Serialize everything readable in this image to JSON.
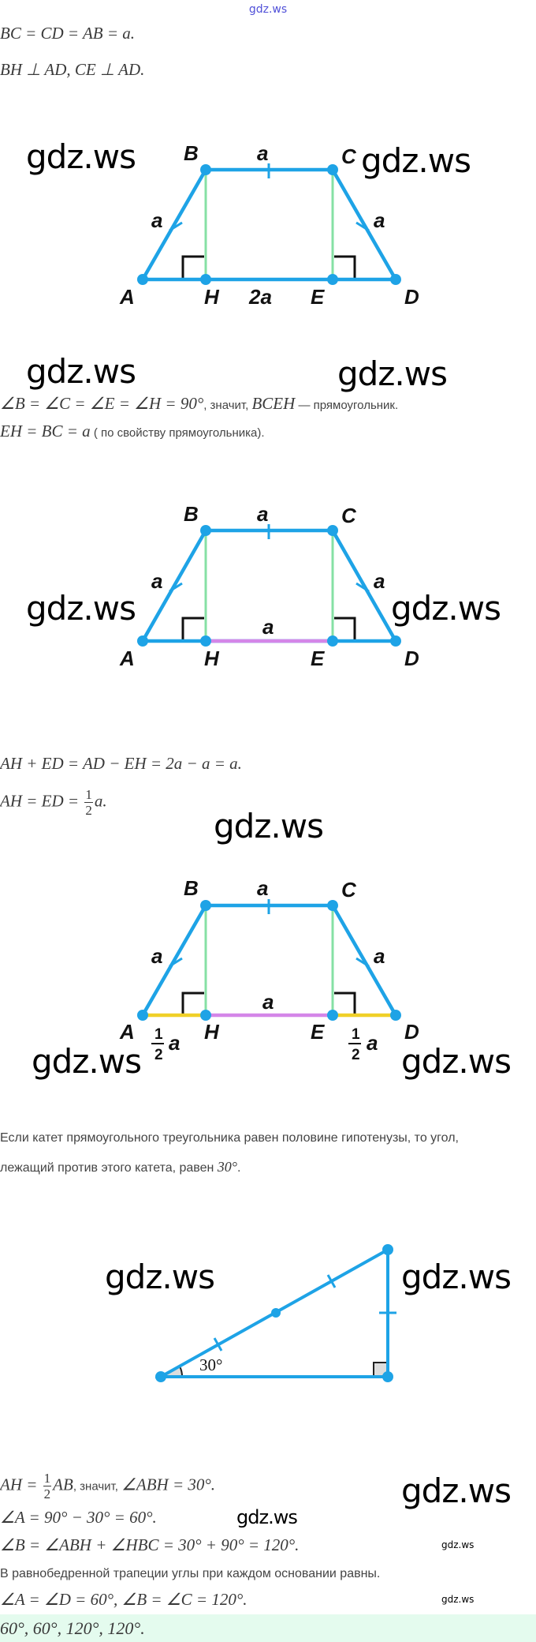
{
  "header": {
    "watermark": "gdz.ws"
  },
  "watermark": "gdz.ws",
  "lines": {
    "l1": "BC = CD = AB = a.",
    "l2": "BH ⊥ AD, CE ⊥ AD.",
    "l3_math": "∠B = ∠C = ∠E = ∠H = 90°",
    "l3_text1": ", значит, ",
    "l3_math2": "BCEH",
    "l3_text2": " — прямоугольник.",
    "l4_math": "EH = BC = a",
    "l4_text": " ( по свойству прямоугольника).",
    "l5": "AH + ED = AD − EH = 2a − a = a.",
    "l6_pre": "AH = ED = ",
    "l6_num": "1",
    "l6_den": "2",
    "l6_post": "a.",
    "p1": "Если катет прямоугольного треугольника равен половине гипотенузы, то угол,",
    "p2": "лежащий против этого катета, равен ",
    "p2_math": "30°",
    "p2_end": ".",
    "l7_pre": "AH = ",
    "l7_num": "1",
    "l7_den": "2",
    "l7_mid": "AB",
    "l7_text": ", значит, ",
    "l7_math": "∠ABH = 30°.",
    "l8": "∠A = 90° − 30° = 60°.",
    "l9": "∠B = ∠ABH + ∠HBC = 30° + 90° = 120°.",
    "p3": "В равнобедренной трапеции углы при каждом основании равны.",
    "l10": "∠A = ∠D = 60°, ∠B = ∠C = 120°.",
    "answer": "60°, 60°, 120°, 120°."
  },
  "figures": {
    "fig1": {
      "B": "B",
      "C": "C",
      "A": "A",
      "D": "D",
      "H": "H",
      "E": "E",
      "top": "a",
      "left": "a",
      "right": "a",
      "base": "2a"
    },
    "fig2": {
      "B": "B",
      "C": "C",
      "A": "A",
      "D": "D",
      "H": "H",
      "E": "E",
      "top": "a",
      "left": "a",
      "right": "a",
      "mid": "a"
    },
    "fig3": {
      "B": "B",
      "C": "C",
      "A": "A",
      "D": "D",
      "H": "H",
      "E": "E",
      "top": "a",
      "left": "a",
      "right": "a",
      "mid": "a",
      "half_num": "1",
      "half_den": "2",
      "half_a": "a"
    },
    "triangle": {
      "angle": "30°"
    }
  },
  "colors": {
    "blue": "#1ea3e6",
    "green": "#86e0a4",
    "purple": "#d486e8",
    "yellow": "#f0d028",
    "answer_bg": "#e4fbee"
  }
}
